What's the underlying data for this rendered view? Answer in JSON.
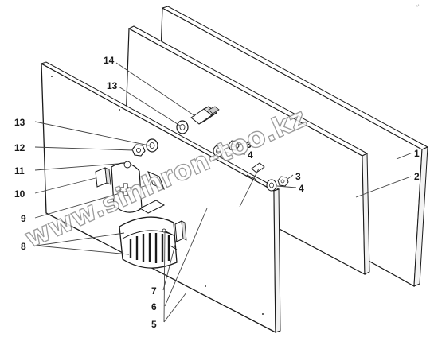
{
  "callouts": [
    {
      "id": "c1",
      "text": "1"
    },
    {
      "id": "c2",
      "text": "2"
    },
    {
      "id": "c3a",
      "text": "3"
    },
    {
      "id": "c3b",
      "text": "3"
    },
    {
      "id": "c4a",
      "text": "4"
    },
    {
      "id": "c4b",
      "text": "4"
    },
    {
      "id": "c5",
      "text": "5"
    },
    {
      "id": "c6",
      "text": "6"
    },
    {
      "id": "c7",
      "text": "7"
    },
    {
      "id": "c8",
      "text": "8"
    },
    {
      "id": "c9",
      "text": "9"
    },
    {
      "id": "c10",
      "text": "10"
    },
    {
      "id": "c11",
      "text": "11"
    },
    {
      "id": "c12",
      "text": "12"
    },
    {
      "id": "c13a",
      "text": "13"
    },
    {
      "id": "c13b",
      "text": "13"
    },
    {
      "id": "c14",
      "text": "14"
    }
  ],
  "watermark": "www.sinhron-too.kz",
  "corner_mark": "n° ···",
  "colors": {
    "line": "#1a1a1a",
    "leader": "#444444",
    "panel_fill": "#ffffff",
    "part_fill": "#eeeeee",
    "watermark_stroke": "#8a8a8a"
  }
}
